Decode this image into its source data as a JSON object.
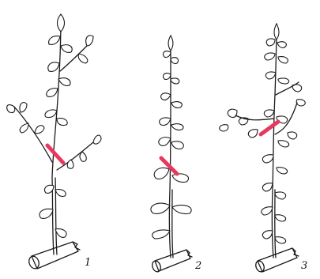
{
  "figure": {
    "panels": [
      {
        "label": "1",
        "pruning_mark_color": "#e8385f"
      },
      {
        "label": "2",
        "pruning_mark_color": "#e8385f"
      },
      {
        "label": "3",
        "pruning_mark_color": "#e8385f"
      }
    ],
    "colors": {
      "ink": "#1a1a1a",
      "cut_mark": "#e8385f",
      "background": "#ffffff"
    }
  }
}
